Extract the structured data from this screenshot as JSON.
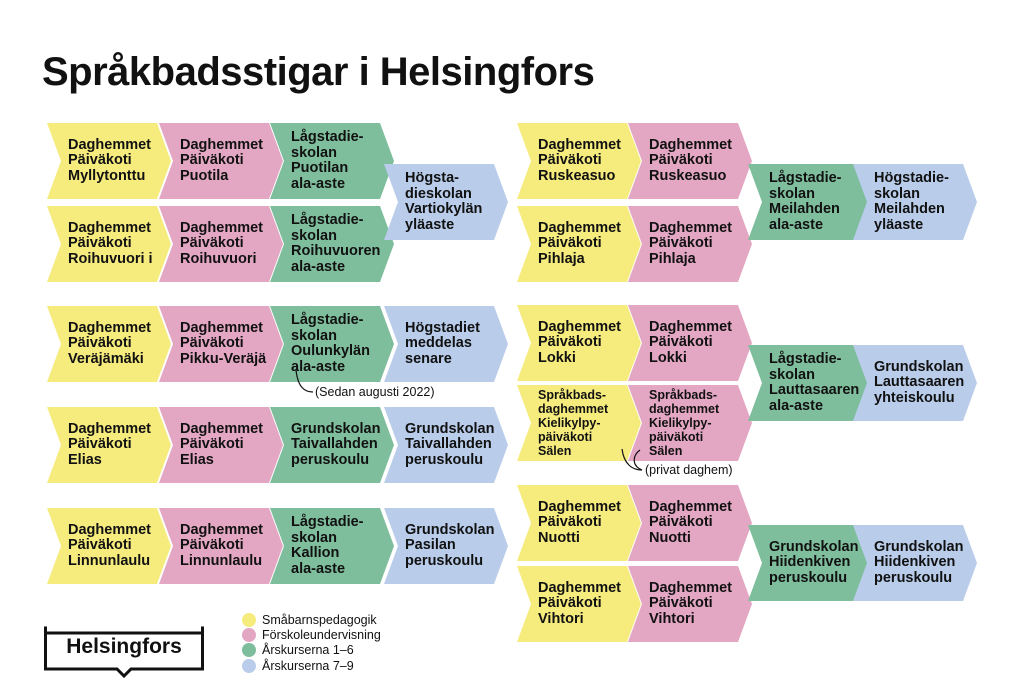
{
  "title": "Språkbadsstigar i Helsingfors",
  "colors": {
    "yellow": "#f6ec7e",
    "pink": "#e3a7c3",
    "green": "#7fbe9d",
    "blue": "#b9cdeb"
  },
  "paths": [
    {
      "yellow_a": "Daghemmet\nPäiväkoti\nMyllytonttu",
      "pink_a": "Daghemmet\nPäiväkoti\nPuotila",
      "green_a": "Lågstadie-\nskolan\nPuotilan\nala-aste",
      "yellow_b": "Daghemmet\nPäiväkoti\nRoihuvuori i",
      "pink_b": "Daghemmet\nPäiväkoti\nRoihuvuori",
      "green_b": "Lågstadie-\nskolan\nRoihuvuoren\nala-aste",
      "blue": "Högsta-\ndieskolan\nVartiokylän\nyläaste"
    },
    {
      "yellow": "Daghemmet\nPäiväkoti\nVeräjämäki",
      "pink": "Daghemmet\nPäiväkoti\nPikku-Veräjä",
      "green": "Lågstadie-\nskolan\nOulunkylän\nala-aste",
      "blue": "Högstadiet\nmeddelas\nsenare",
      "note": "(Sedan augusti 2022)"
    },
    {
      "yellow": "Daghemmet\nPäiväkoti\nElias",
      "pink": "Daghemmet\nPäiväkoti\nElias",
      "green": "Grundskolan\nTaivallahden\nperuskoulu",
      "blue": "Grundskolan\nTaivallahden\nperuskoulu"
    },
    {
      "yellow": "Daghemmet\nPäiväkoti\nLinnunlaulu",
      "pink": "Daghemmet\nPäiväkoti\nLinnunlaulu",
      "green": "Lågstadie-\nskolan\nKallion\nala-aste",
      "blue": "Grundskolan\nPasilan\nperuskoulu"
    },
    {
      "yellow_a": "Daghemmet\nPäiväkoti\nRuskeasuo",
      "pink_a": "Daghemmet\nPäiväkoti\nRuskeasuo",
      "yellow_b": "Daghemmet\nPäiväkoti\nPihlaja",
      "pink_b": "Daghemmet\nPäiväkoti\nPihlaja",
      "green": "Lågstadie-\nskolan\nMeilahden\nala-aste",
      "blue": "Högstadie-\nskolan\nMeilahden\nyläaste"
    },
    {
      "yellow_a": "Daghemmet\nPäiväkoti\nLokki",
      "pink_a": "Daghemmet\nPäiväkoti\nLokki",
      "yellow_b": "Språkbads-\ndaghemmet\nKielikylpy-\npäiväkoti Sälen",
      "pink_b": "Språkbads-\ndaghemmet\nKielikylpy-\npäiväkoti Sälen",
      "green": "Lågstadie-\nskolan\nLauttasaaren\nala-aste",
      "blue": "Grundskolan\nLauttasaaren\nyhteiskoulu",
      "note": "(privat daghem)"
    },
    {
      "yellow_a": "Daghemmet\nPäiväkoti\nNuotti",
      "pink_a": "Daghemmet\nPäiväkoti\nNuotti",
      "yellow_b": "Daghemmet\nPäiväkoti\nVihtori",
      "pink_b": "Daghemmet\nPäiväkoti\nVihtori",
      "green": "Grundskolan\nHiidenkiven\nperuskoulu",
      "blue": "Grundskolan\nHiidenkiven\nperuskoulu"
    }
  ],
  "legend": [
    {
      "label": "Småbarnspedagogik",
      "color": "#f6ec7e"
    },
    {
      "label": "Förskoleundervisning",
      "color": "#e3a7c3"
    },
    {
      "label": "Årskurserna 1–6",
      "color": "#7fbe9d"
    },
    {
      "label": "Årskurserna 7–9",
      "color": "#b9cdeb"
    }
  ],
  "logo": "Helsingfors"
}
